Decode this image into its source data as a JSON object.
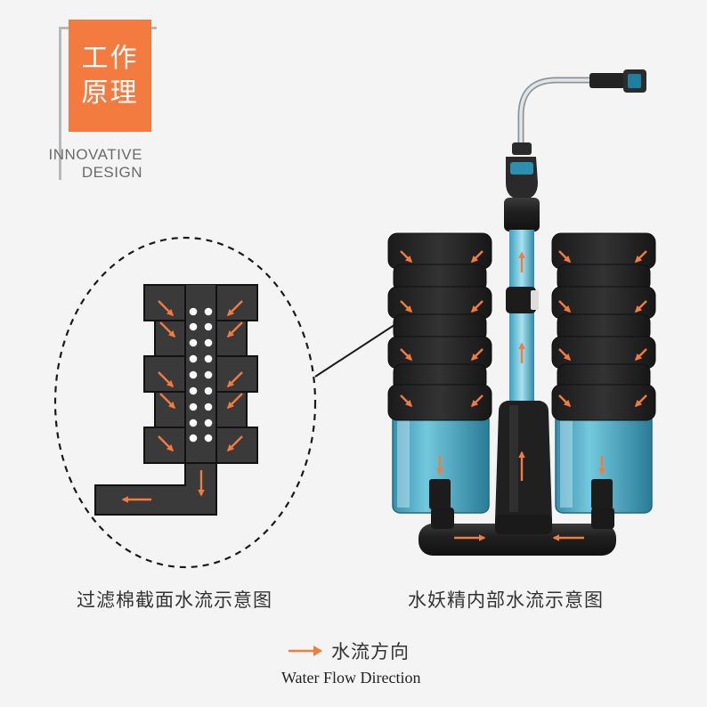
{
  "header": {
    "badge_line1": "工作",
    "badge_line2": "原理",
    "sub_line1": "INNOVATIVE",
    "sub_line2": "DESIGN"
  },
  "captions": {
    "left": "过滤棉截面水流示意图",
    "right": "水妖精内部水流示意图"
  },
  "legend": {
    "label_cn": "水流方向",
    "label_en": "Water Flow Direction"
  },
  "colors": {
    "accent": "#f37b40",
    "sponge": "#2b2b2b",
    "chamber": "#3fa7c4",
    "background": "#f4f4f4"
  }
}
